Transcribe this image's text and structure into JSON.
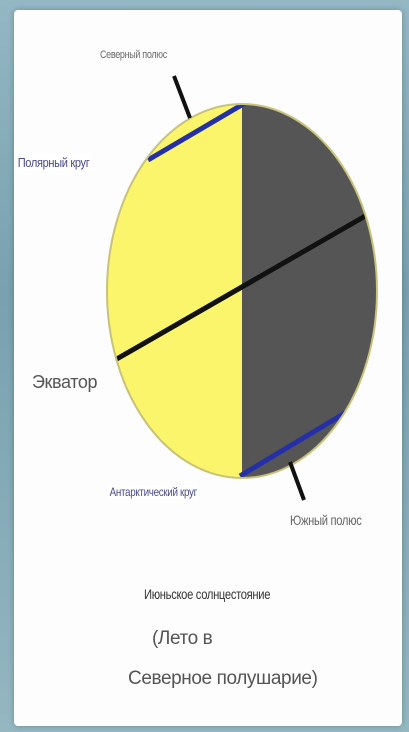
{
  "labels": {
    "north_pole": "Северный полюс",
    "polar_circle": "Полярный круг",
    "equator": "Экватор",
    "antarctic_circle": "Антарктический круг",
    "south_pole": "Южный полюс"
  },
  "caption": {
    "title": "Июньское солнцестояние",
    "line1": "(Лето в",
    "line2": "Северное полушарие)"
  },
  "colors": {
    "day_side": "#faf56a",
    "night_side": "#555555",
    "outline": "#c9c27a",
    "axis": "#111111",
    "polar_circles": "#2530a8"
  }
}
